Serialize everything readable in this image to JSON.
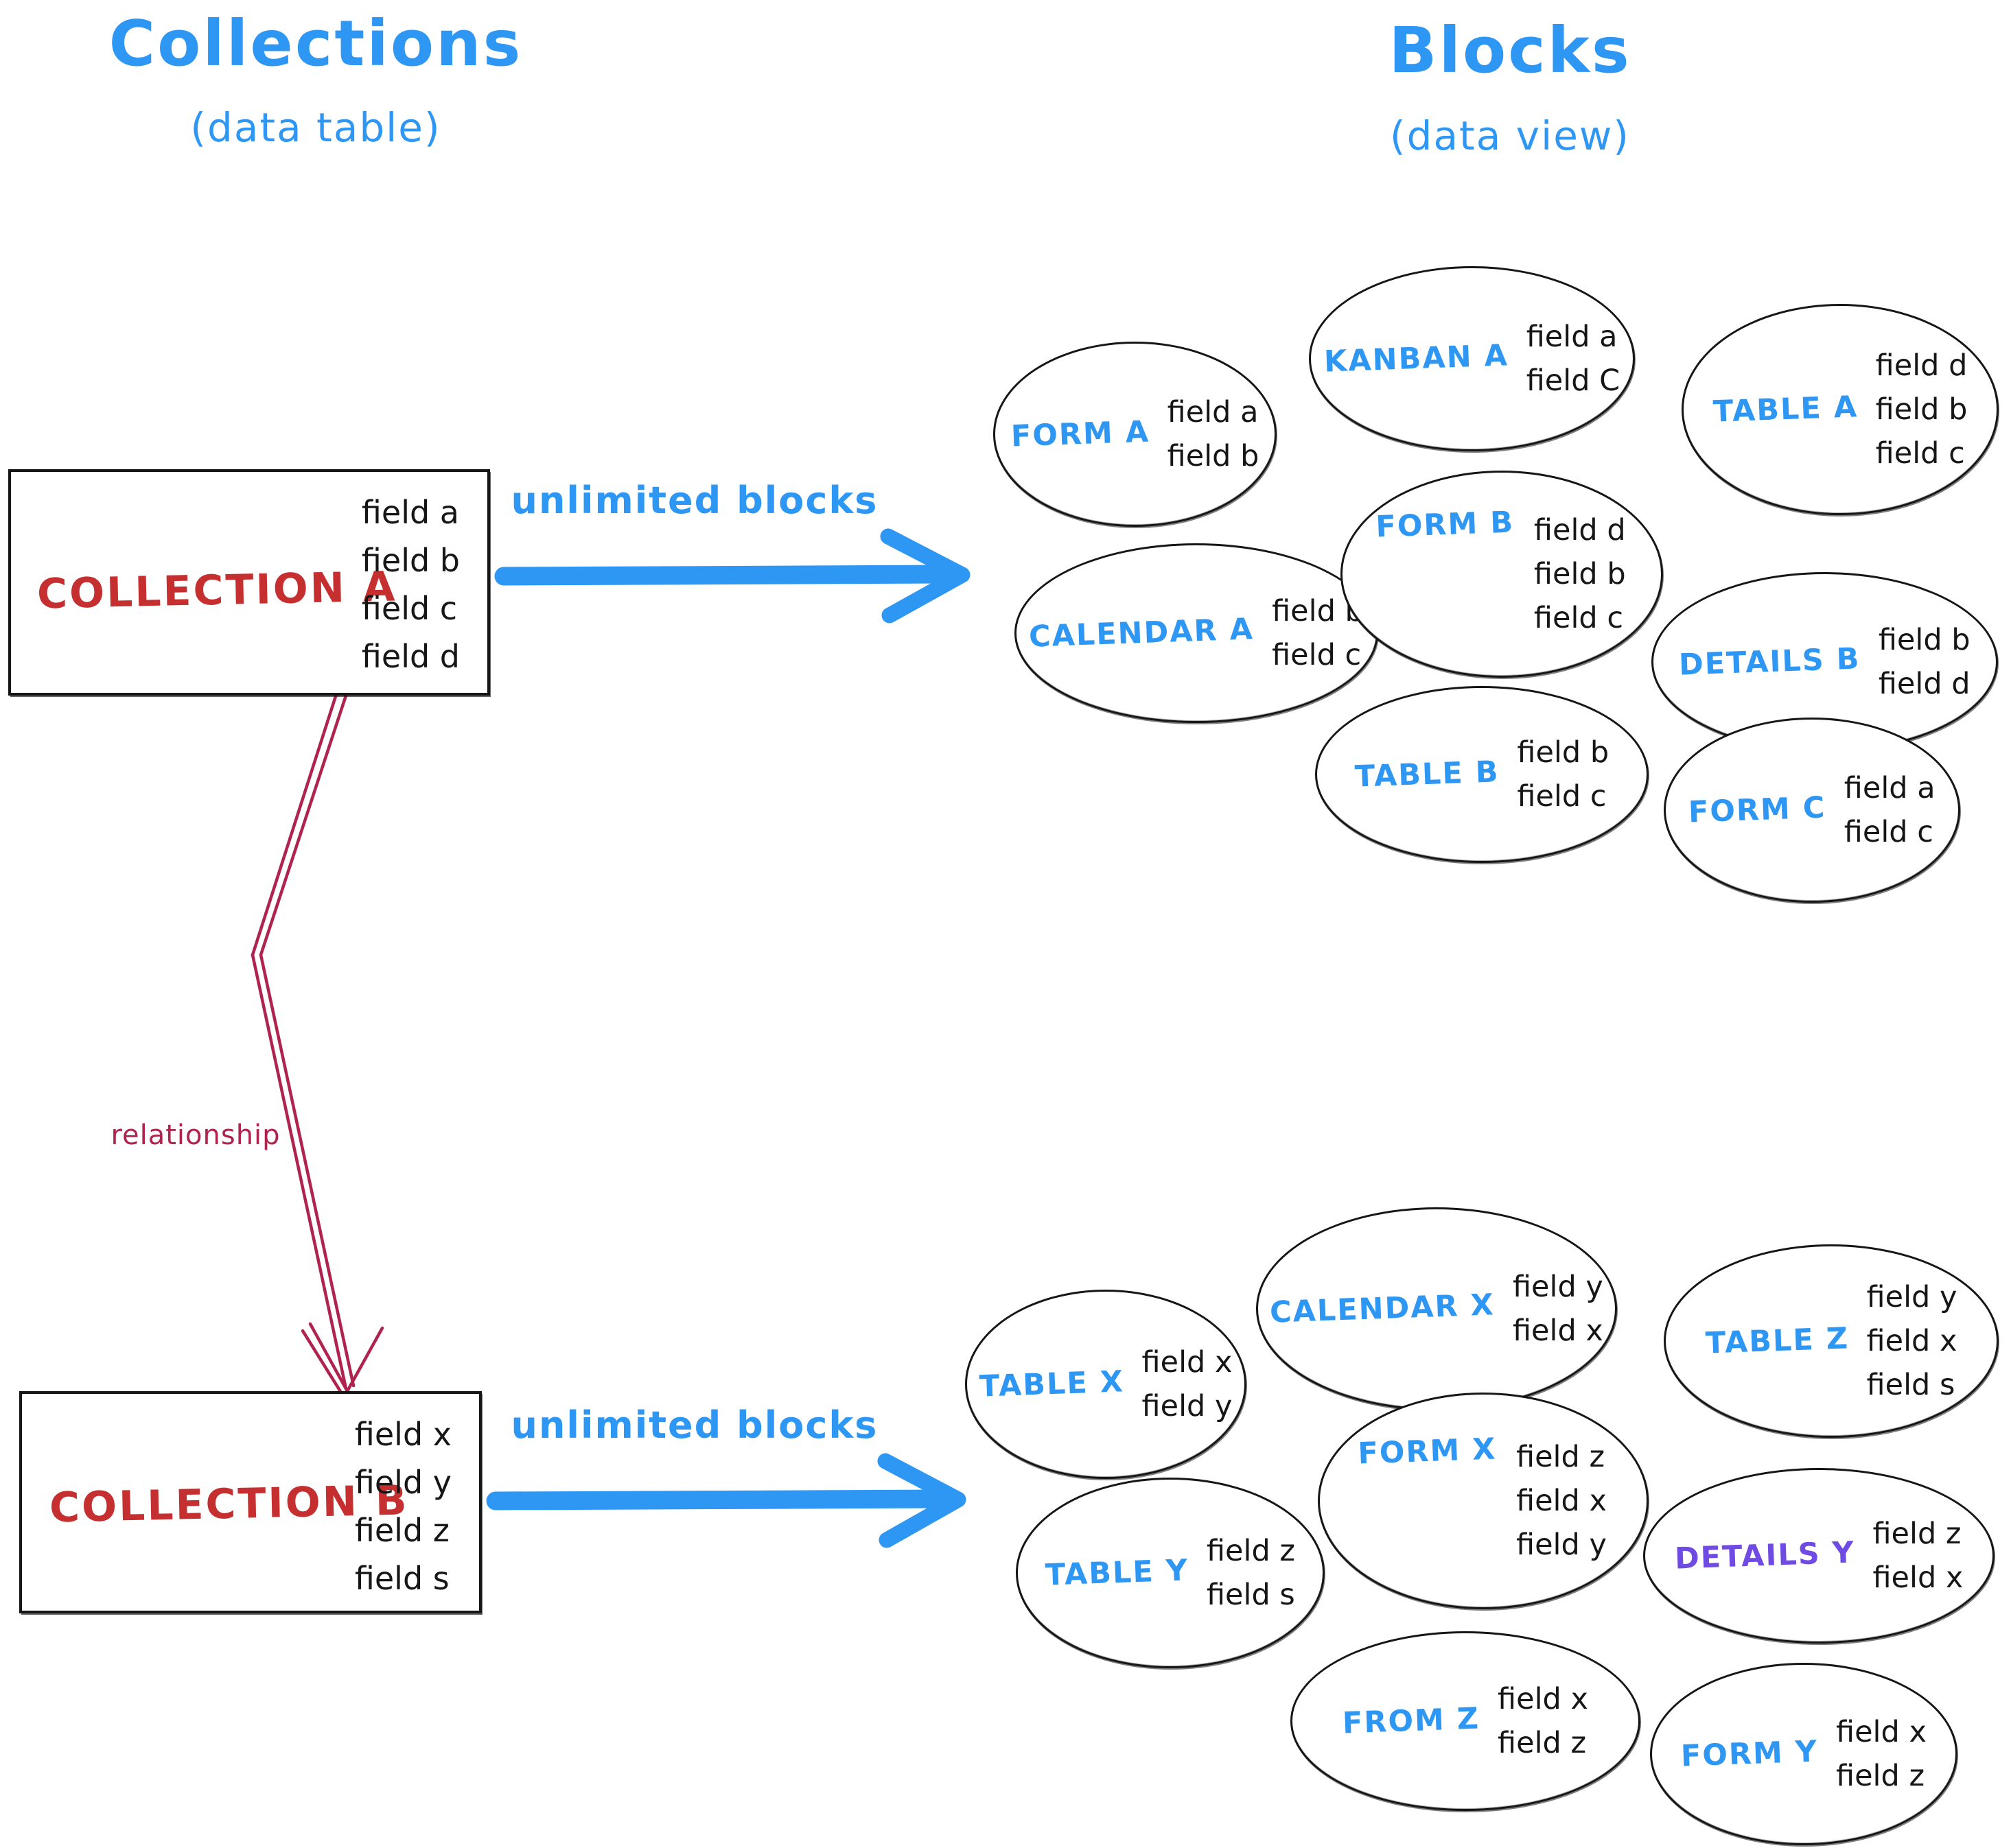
{
  "page": {
    "left_header": {
      "title": "Collections",
      "subtitle": "(data table)"
    },
    "right_header": {
      "title": "Blocks",
      "subtitle": "(data view)"
    }
  },
  "collections": [
    {
      "name": "COLLECTION A",
      "fields": [
        "field a",
        "field b",
        "field c",
        "field d"
      ]
    },
    {
      "name": "COLLECTION B",
      "fields": [
        "field x",
        "field y",
        "field z",
        "field s"
      ]
    }
  ],
  "arrows": [
    {
      "label": "unlimited blocks"
    },
    {
      "label": "unlimited blocks"
    }
  ],
  "relationship": {
    "label": "relationship"
  },
  "blocks_top": [
    {
      "name": "FORM A",
      "fields": [
        "field a",
        "field b"
      ]
    },
    {
      "name": "KANBAN A",
      "fields": [
        "field a",
        "field C"
      ]
    },
    {
      "name": "TABLE A",
      "fields": [
        "field d",
        "field b",
        "field c"
      ]
    },
    {
      "name": "CALENDAR A",
      "fields": [
        "field b",
        "field c"
      ]
    },
    {
      "name": "FORM B",
      "fields": [
        "field d",
        "field b",
        "field c"
      ]
    },
    {
      "name": "DETAILS B",
      "fields": [
        "field b",
        "field d"
      ]
    },
    {
      "name": "TABLE B",
      "fields": [
        "field b",
        "field c"
      ]
    },
    {
      "name": "FORM C",
      "fields": [
        "field a",
        "field c"
      ]
    }
  ],
  "blocks_bottom": [
    {
      "name": "TABLE X",
      "fields": [
        "field x",
        "field y"
      ]
    },
    {
      "name": "CALENDAR X",
      "fields": [
        "field y",
        "field x"
      ]
    },
    {
      "name": "TABLE Z",
      "fields": [
        "field y",
        "field x",
        "field s"
      ]
    },
    {
      "name": "TABLE Y",
      "fields": [
        "field z",
        "field s"
      ]
    },
    {
      "name": "FORM X",
      "fields": [
        "field z",
        "field x",
        "field y"
      ]
    },
    {
      "name": "DETAILS Y",
      "fields": [
        "field z",
        "field x"
      ]
    },
    {
      "name": "FROM Z",
      "fields": [
        "field x",
        "field z"
      ]
    },
    {
      "name": "FORM Y",
      "fields": [
        "field x",
        "field z"
      ]
    }
  ],
  "colors": {
    "accent_blue": "#2E96F3",
    "collection_red": "#C62F2F",
    "relationship_crimson": "#B0234F",
    "details_purple": "#6F4BE3",
    "ink": "#161616"
  }
}
